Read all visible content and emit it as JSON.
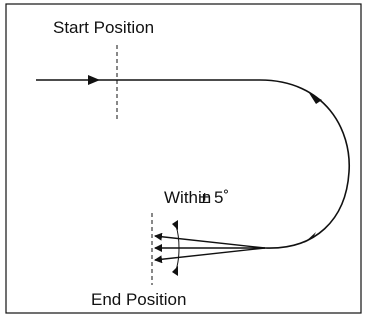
{
  "diagram": {
    "labels": {
      "start": "Start Position",
      "within": "Within",
      "tolerance": "± 5˚",
      "end": "End Position"
    },
    "colors": {
      "line": "#111111",
      "background": "#ffffff"
    }
  }
}
